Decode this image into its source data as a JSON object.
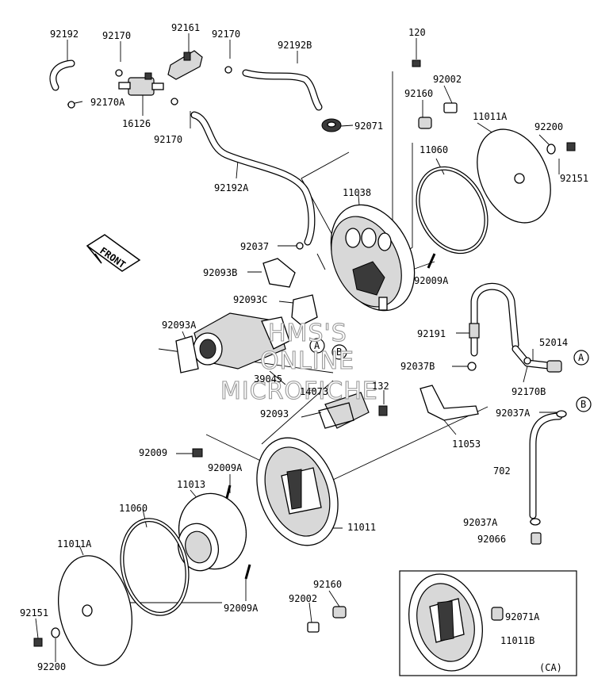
{
  "diagram": {
    "parts": {
      "p92192": "92192",
      "p92170_a": "92170",
      "p92161": "92161",
      "p92170_b": "92170",
      "p92192B": "92192B",
      "p120": "120",
      "p92002_top": "92002",
      "p92170A": "92170A",
      "p16126": "16126",
      "p92170_c": "92170",
      "p92160_top": "92160",
      "p11011A_top": "11011A",
      "p92200_top": "92200",
      "p92071": "92071",
      "p11060_top": "11060",
      "p92151_top": "92151",
      "p92192A": "92192A",
      "p11038": "11038",
      "p92037": "92037",
      "p92093B": "92093B",
      "p92009A_top": "92009A",
      "p92093C": "92093C",
      "p92093A": "92093A",
      "p92191": "92191",
      "p52014": "52014",
      "p92037B": "92037B",
      "p39045": "39045",
      "p92170B": "92170B",
      "p14073": "14073",
      "p132": "132",
      "p92093": "92093",
      "p92037A_top": "92037A",
      "p11053": "11053",
      "p92009": "92009",
      "p92009A_mid": "92009A",
      "p11013": "11013",
      "p702": "702",
      "p11060_bottom": "11060",
      "p11011": "11011",
      "p11011A_bottom": "11011A",
      "p92037A_bottom": "92037A",
      "p92066": "92066",
      "p92009A_bottom": "92009A",
      "p92160_bottom": "92160",
      "p92002_bottom": "92002",
      "p92151_bottom": "92151",
      "p92071A": "92071A",
      "p11011B": "11011B",
      "p92200_bottom": "92200"
    },
    "callouts": {
      "a_main": "A",
      "b_main": "B",
      "a_hose": "A",
      "b_hose": "B"
    },
    "front_label": "FRONT",
    "inset_label": "(CA)",
    "watermark": {
      "line1": "HMS'S",
      "line2": "ONLINE",
      "line3": "MICROFICHE"
    }
  }
}
